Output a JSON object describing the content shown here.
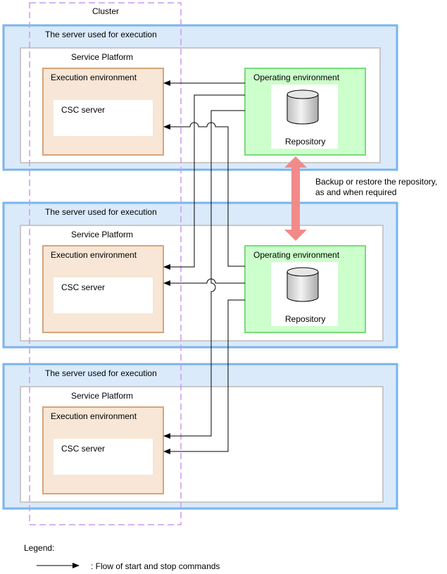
{
  "cluster": {
    "label": "Cluster"
  },
  "servers": [
    {
      "title": "The server used for execution",
      "platform": "Service Platform",
      "execution_environment": "Execution environment",
      "csc_server": "CSC server",
      "operating_environment": "Operating environment",
      "repository": "Repository"
    },
    {
      "title": "The server used for execution",
      "platform": "Service Platform",
      "execution_environment": "Execution environment",
      "csc_server": "CSC server",
      "operating_environment": "Operating environment",
      "repository": "Repository"
    },
    {
      "title": "The server used for execution",
      "platform": "Service Platform",
      "execution_environment": "Execution environment",
      "csc_server": "CSC server"
    }
  ],
  "backup_note": {
    "line1": "Backup or restore the repository,",
    "line2": "as and when required"
  },
  "legend": {
    "title": "Legend:",
    "flow_label": ": Flow of start and stop commands"
  },
  "colors": {
    "server_fill": "#daeafb",
    "server_border": "#7ab4ee",
    "platform_border": "#c8c8c8",
    "exec_fill": "#f8e6d6",
    "exec_border": "#d6a57a",
    "operating_fill": "#ccffcc",
    "operating_border": "#77dd77",
    "cluster_border": "#cc99ee",
    "backup_arrow": "#f28a8a"
  }
}
